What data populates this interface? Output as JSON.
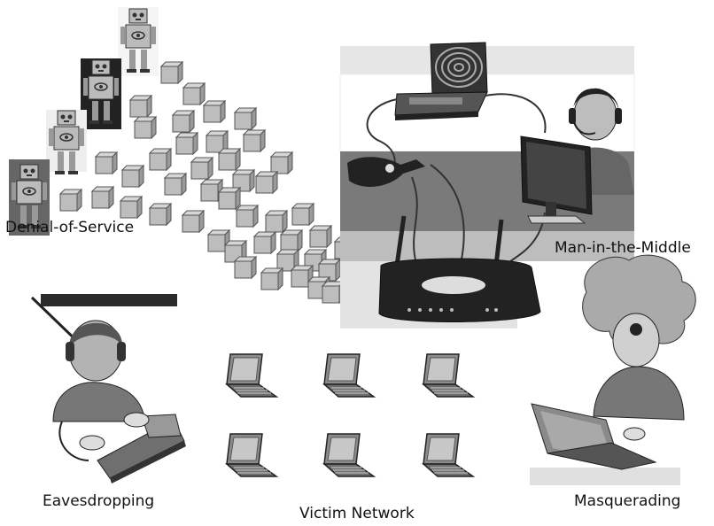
{
  "labels": {
    "dos": "Denial-of-Service",
    "mitm": "Man-in-the-Middle",
    "eavesdropping": "Eavesdropping",
    "victim_network": "Victim Network",
    "masquerading": "Masquerading"
  }
}
